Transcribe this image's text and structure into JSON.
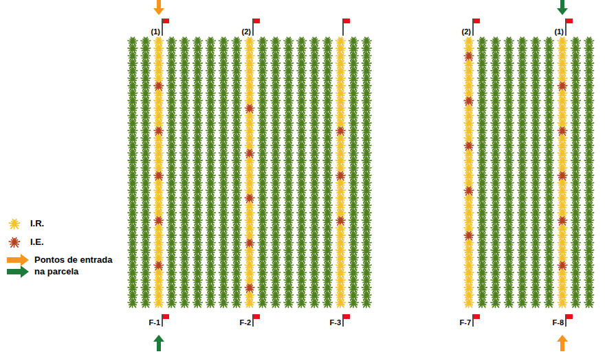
{
  "diagram": {
    "labels": [
      "(1)",
      "(2)",
      "(2)",
      "(1)",
      "F-1",
      "F-2",
      "F-3",
      "F-7",
      "F-8"
    ],
    "legend": [
      {
        "text": "I.R.",
        "color": "#f2c12e"
      },
      {
        "text": "I.E.",
        "color": "#b5421f"
      },
      {
        "text": "Pontos de entrada na parcela"
      }
    ]
  }
}
